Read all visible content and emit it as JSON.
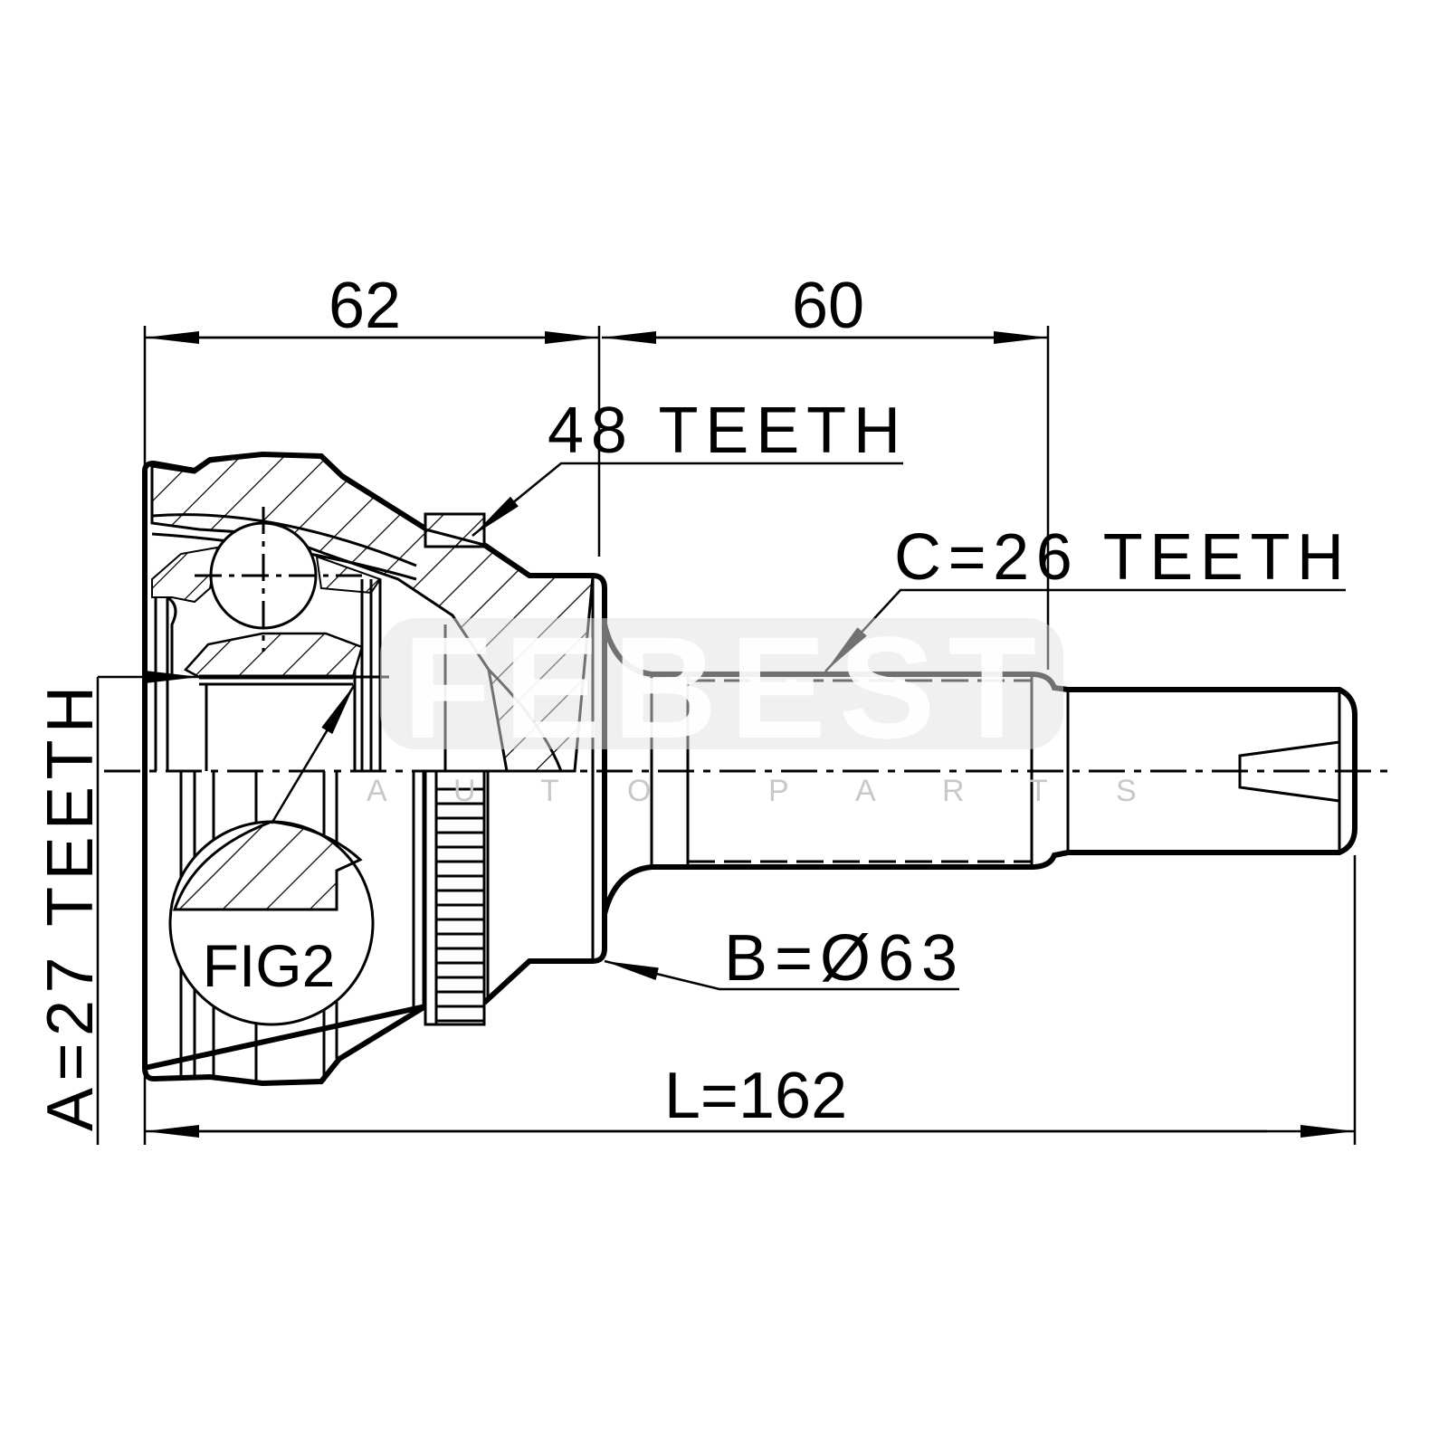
{
  "drawing": {
    "title": "CV joint outer dimensional drawing",
    "dimensions": {
      "dim_62": "62",
      "dim_60": "60",
      "teeth_48": "48 TEETH",
      "spline_c": "C=26 TEETH",
      "spline_a": "A=27 TEETH",
      "diameter_b": "B=Ø63",
      "length_l": "L=162"
    },
    "detail_label": "FIG2"
  },
  "watermark": {
    "brand": "FEBEST",
    "tagline": [
      "A",
      "U",
      "T",
      "O",
      "P",
      "A",
      "R",
      "T",
      "S"
    ]
  },
  "colors": {
    "line": "#000000",
    "watermark": "#e2e2e2"
  }
}
